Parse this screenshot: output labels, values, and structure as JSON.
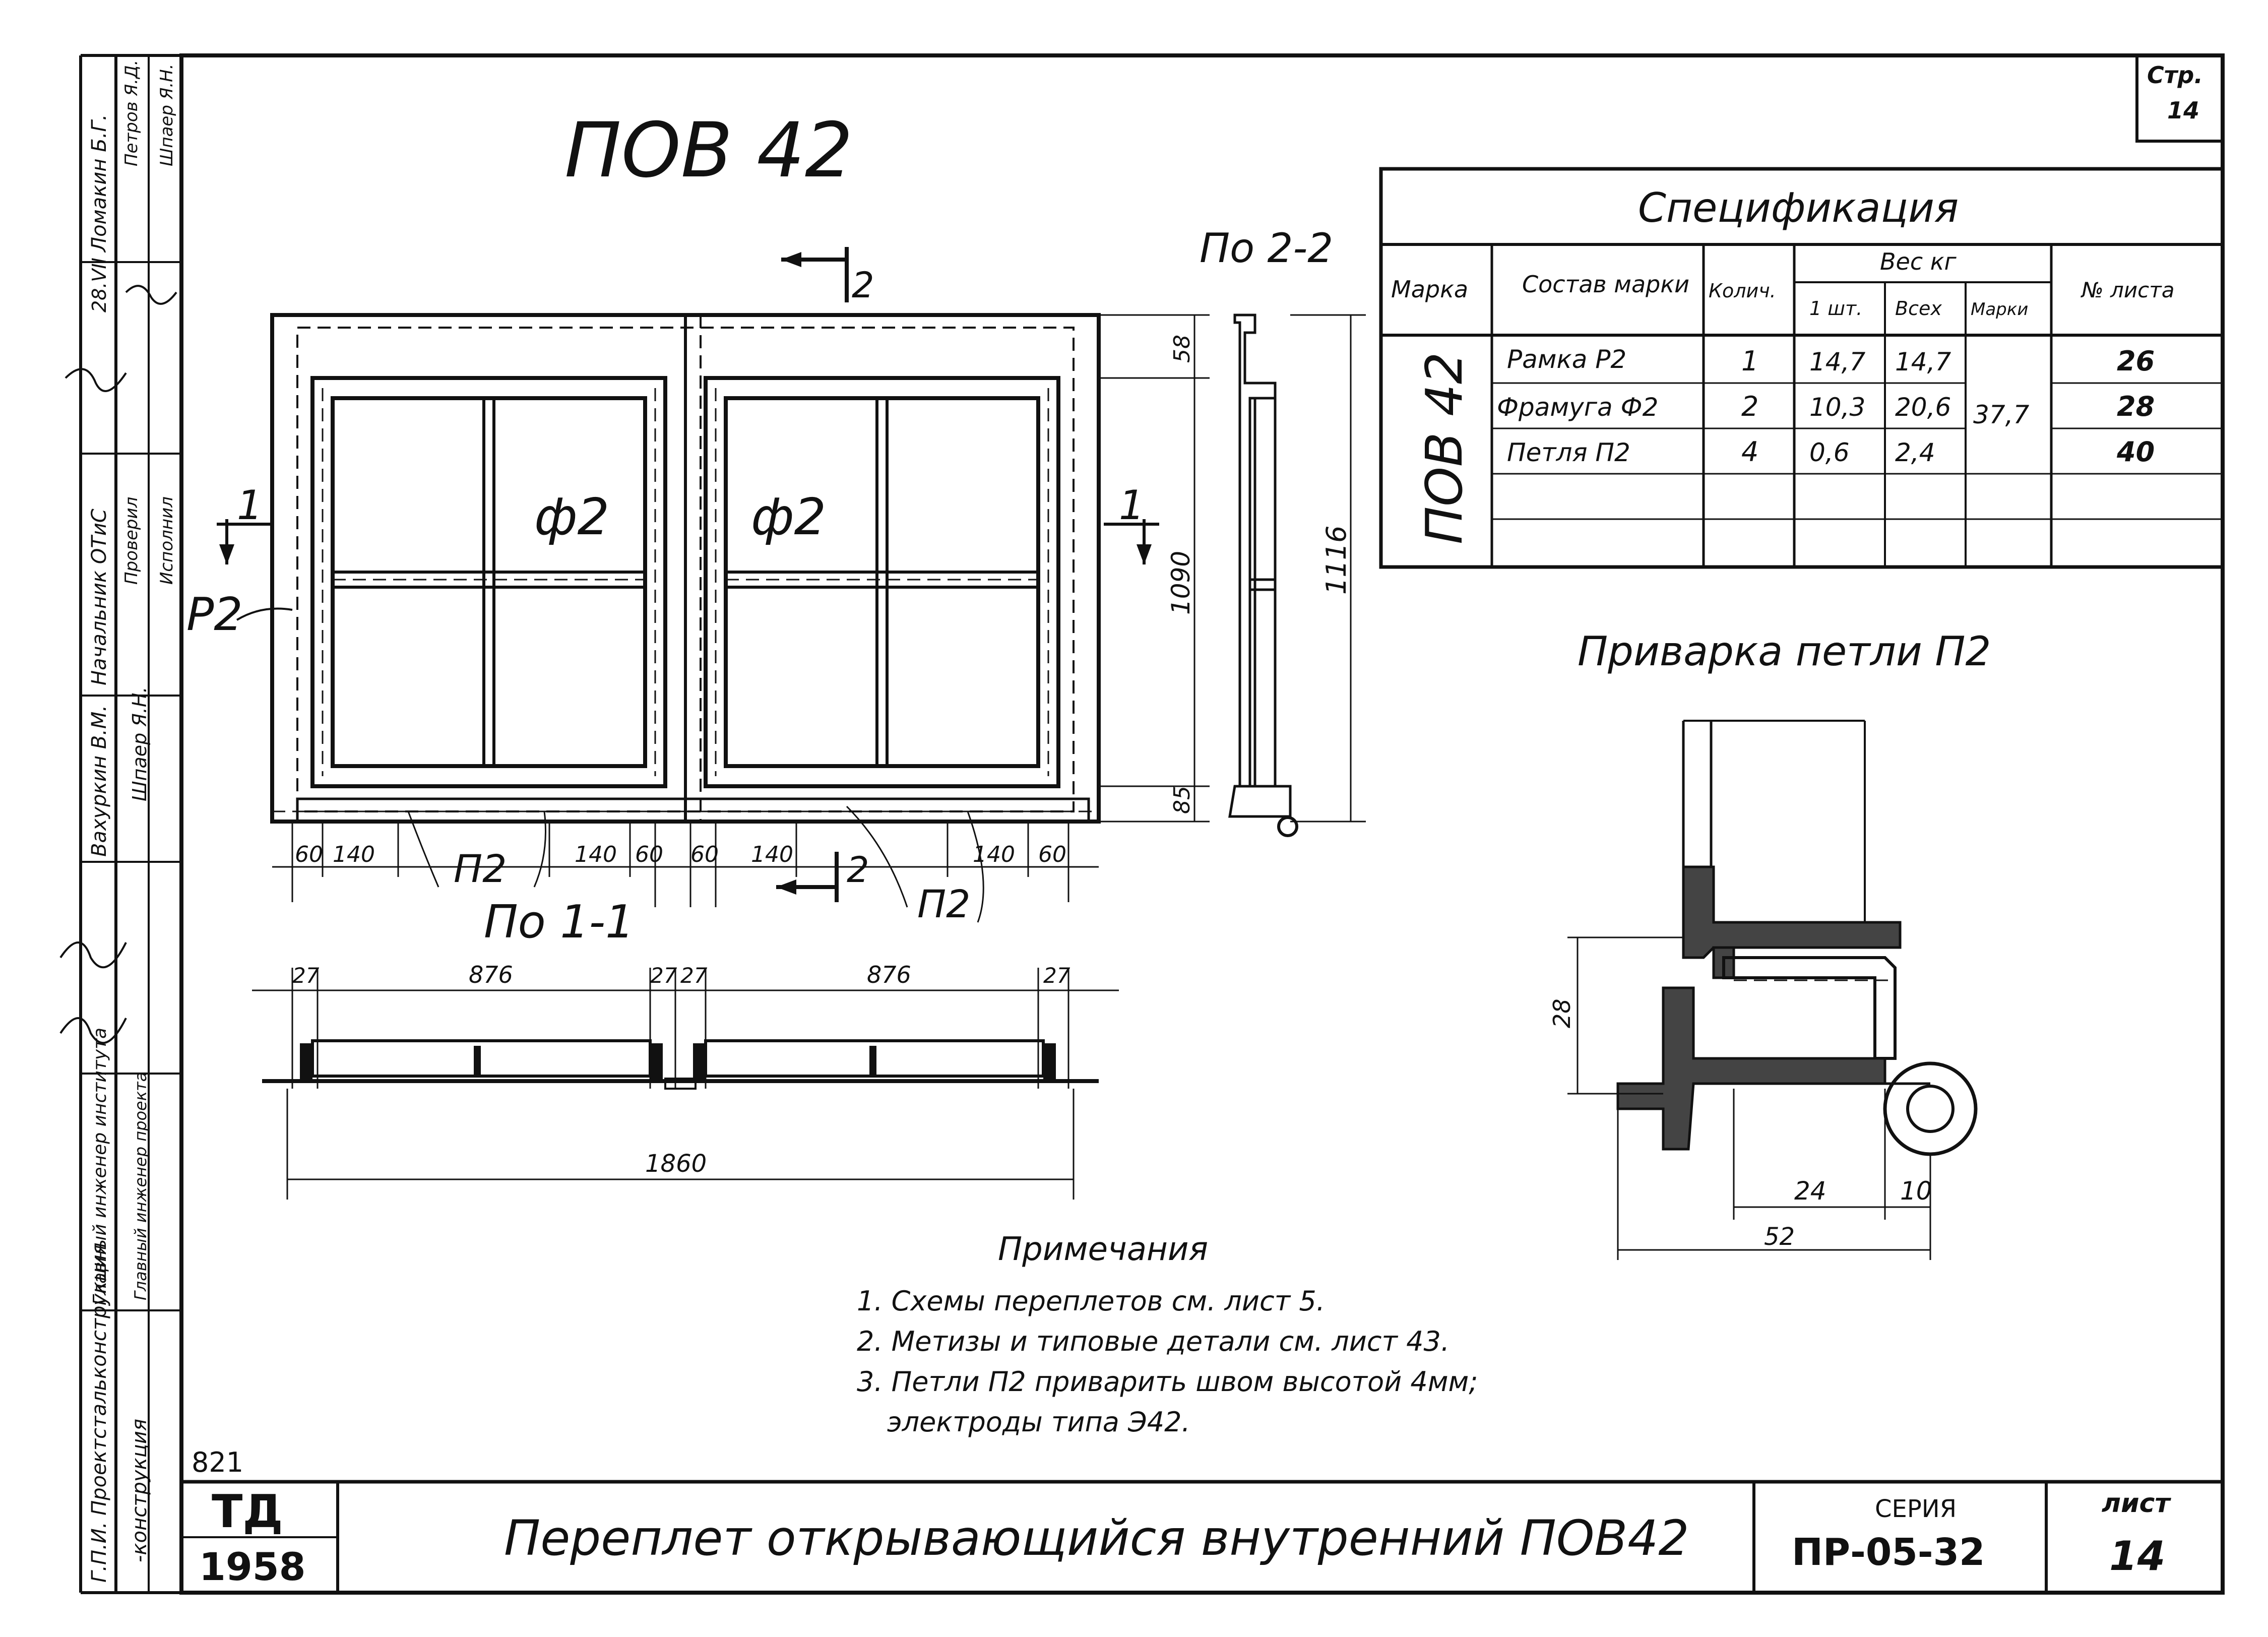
{
  "sheet": {
    "page_label": "Стр.",
    "page_no": "14",
    "product_title": "ПОВ 42",
    "title": "Переплет открывающийся внутренний ПОВ42",
    "series_label": "СЕРИЯ",
    "series_code": "ПР-05-32",
    "sheet_label": "лист",
    "sheet_no": "14",
    "org_code": "821",
    "org_logo": "ТД",
    "year": "1958",
    "org_name_1": "Г.П.И. Проектстальконструкция",
    "org_name_2": "-конструкция"
  },
  "stamp": {
    "col1": [
      "Главный инженер института",
      "Начальник ОТиС",
      "Вахуркин В.М.",
      "Ломакин Б.Г.",
      "28.VII"
    ],
    "col2": [
      "Главный инженер проекта",
      "Проверил",
      "Исполнил",
      "Шпаер Я.Н.",
      "Петров Я.Д.",
      "Шпаер Я.Н."
    ]
  },
  "drawing": {
    "section_22_label": "По 2-2",
    "section_11_label": "По 1-1",
    "cut_2": "2",
    "cut_1": "1",
    "leaf_label_left": "ф2",
    "leaf_label_right": "ф2",
    "frame_label": "Р2",
    "hinge_label_1": "П2",
    "hinge_label_2": "П2",
    "dim_58": "58",
    "dim_1090": "1090",
    "dim_1116": "1116",
    "dim_85": "85",
    "dims_bottom": [
      "60",
      "140",
      "140",
      "60",
      "60",
      "140",
      "140",
      "60"
    ],
    "dims_section": [
      "27",
      "876",
      "27",
      "27",
      "876",
      "27"
    ],
    "dim_total": "1860"
  },
  "spec": {
    "title": "Спецификация",
    "headers": {
      "mark": "Марка",
      "composition": "Состав марки",
      "qty": "Колич.",
      "weight": "Вес кг",
      "one": "1 шт.",
      "all": "Всех",
      "mark_w": "Марки",
      "sheet_no": "№ листа"
    },
    "mark_value": "ПОВ 42",
    "rows": [
      {
        "name": "Рамка Р2",
        "qty": "1",
        "one": "14,7",
        "all": "14,7",
        "sheet": "26"
      },
      {
        "name": "Фрамуга Ф2",
        "qty": "2",
        "one": "10,3",
        "all": "20,6",
        "sheet": "28"
      },
      {
        "name": "Петля П2",
        "qty": "4",
        "one": "0,6",
        "all": "2,4",
        "sheet": "40"
      }
    ],
    "mark_weight": "37,7"
  },
  "detail": {
    "title": "Приварка петли П2",
    "dim_28": "28",
    "dim_24": "24",
    "dim_10": "10",
    "dim_52": "52"
  },
  "notes": {
    "title": "Примечания",
    "items": [
      "1. Схемы переплетов см. лист 5.",
      "2. Метизы и типовые детали см. лист 43.",
      "3. Петли П2 приварить швом высотой 4мм;",
      "электроды типа Э42."
    ]
  }
}
